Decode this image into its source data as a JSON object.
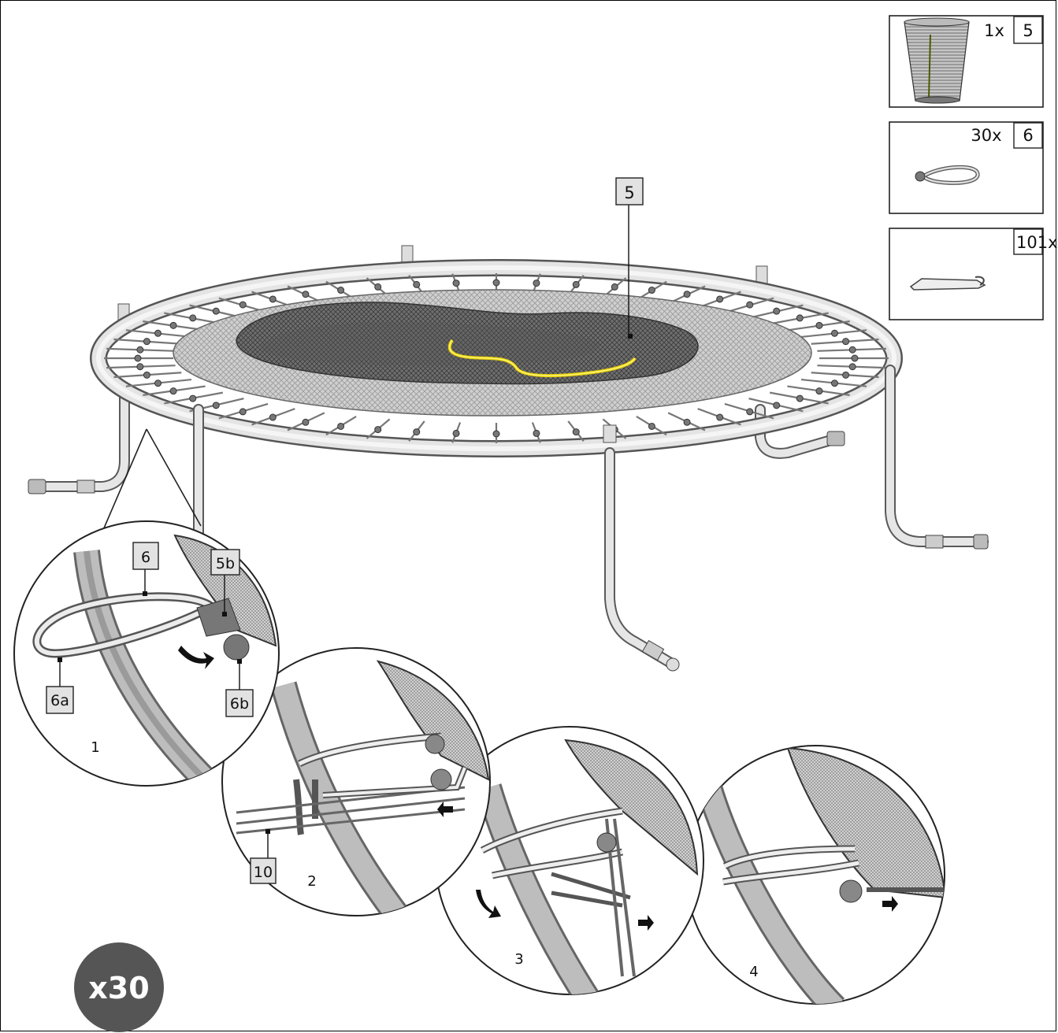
{
  "parts": [
    {
      "id": "part-net",
      "qty": "1x",
      "number": "5",
      "icon": "safety-net"
    },
    {
      "id": "part-cord",
      "qty": "30x",
      "number": "6",
      "icon": "bungee-cord-loop"
    },
    {
      "id": "part-rod",
      "qty": "101x",
      "number": "",
      "icon": "rod-clip"
    }
  ],
  "callouts": {
    "net": "5",
    "cord": "6",
    "net_tab": "5b",
    "cord_loop": "6a",
    "cord_ball": "6b",
    "rod": "10"
  },
  "steps": [
    "1",
    "2",
    "3",
    "4"
  ],
  "repeat_badge": "x30",
  "colors": {
    "net_highlight": "#f2e000",
    "tube_outline": "#5a5a5a",
    "mat": "#c8c8c8",
    "badge": "#555555"
  }
}
